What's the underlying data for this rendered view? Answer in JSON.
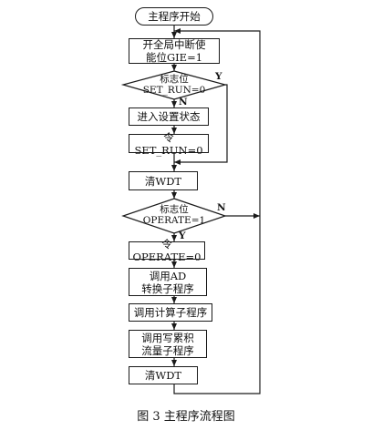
{
  "flowchart": {
    "start": "主程序开始",
    "enable_interrupt": "开全局中断使\n能位GIE=1",
    "decision_set_run": "标志位\nSET_RUN=0",
    "enter_setup": "进入设置状态",
    "set_set_run": "令SET_RUN=0",
    "clear_wdt_1": "清WDT",
    "decision_operate": "标志位\nOPERATE=1",
    "set_operate": "令OPERATE=0",
    "call_ad": "调用AD\n转换子程序",
    "call_calc": "调用计算子程序",
    "call_write": "调用写累积\n流量子程序",
    "clear_wdt_2": "清WDT",
    "yes_label": "Y",
    "no_label": "N"
  },
  "caption": "图 3   主程序流程图"
}
